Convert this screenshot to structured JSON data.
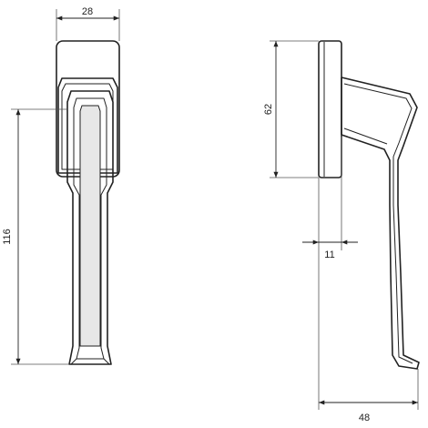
{
  "dimensions": {
    "rose_width": "28",
    "handle_length": "116",
    "rose_height": "62",
    "rose_thickness": "11",
    "handle_projection": "48"
  }
}
